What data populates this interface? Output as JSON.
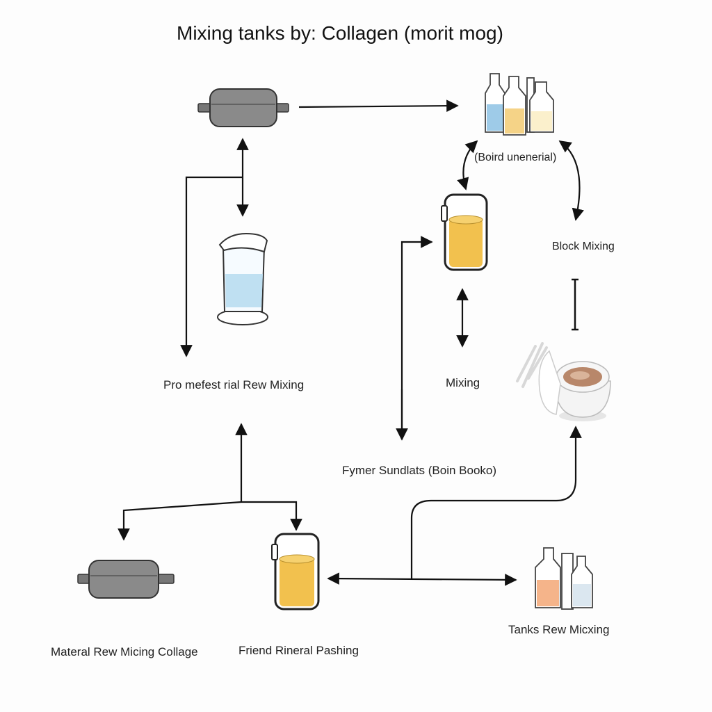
{
  "title": "Mixing tanks by: Collagen (morit mog)",
  "labels": {
    "board_material": "(Boird unenerial)",
    "block_mixing": "Block Mixing",
    "pro_mixing": "Pro mefest rial Rew Mixing",
    "mixing": "Mixing",
    "fymer": "Fymer Sundlats (Boin Booko)",
    "material_mixing": "Materal Rew Micing Collage",
    "friend_mineral": "Friend Rineral Pashing",
    "tanks_mixing": "Tanks Rew Micxing"
  },
  "colors": {
    "tank_gray": "#8a8a8a",
    "liquid_amber": "#f2c14e",
    "liquid_blue": "#bfe0f2",
    "arrow": "#111111"
  },
  "icons": [
    "horizontal-tank-icon",
    "bottle-set-icon",
    "beaker-icon",
    "jar-icon",
    "mortar-bowl-icon"
  ]
}
